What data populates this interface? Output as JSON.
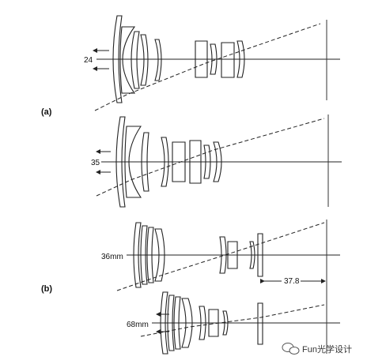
{
  "figure": {
    "part_a_label": "(a)",
    "part_b_label": "(b)",
    "configs": [
      {
        "label": "24"
      },
      {
        "label": "35"
      },
      {
        "label": "36mm"
      },
      {
        "label": "68mm"
      }
    ],
    "distance_label": "37.8",
    "watermark": "Fun光学设计",
    "icon": "wechat-icon"
  }
}
